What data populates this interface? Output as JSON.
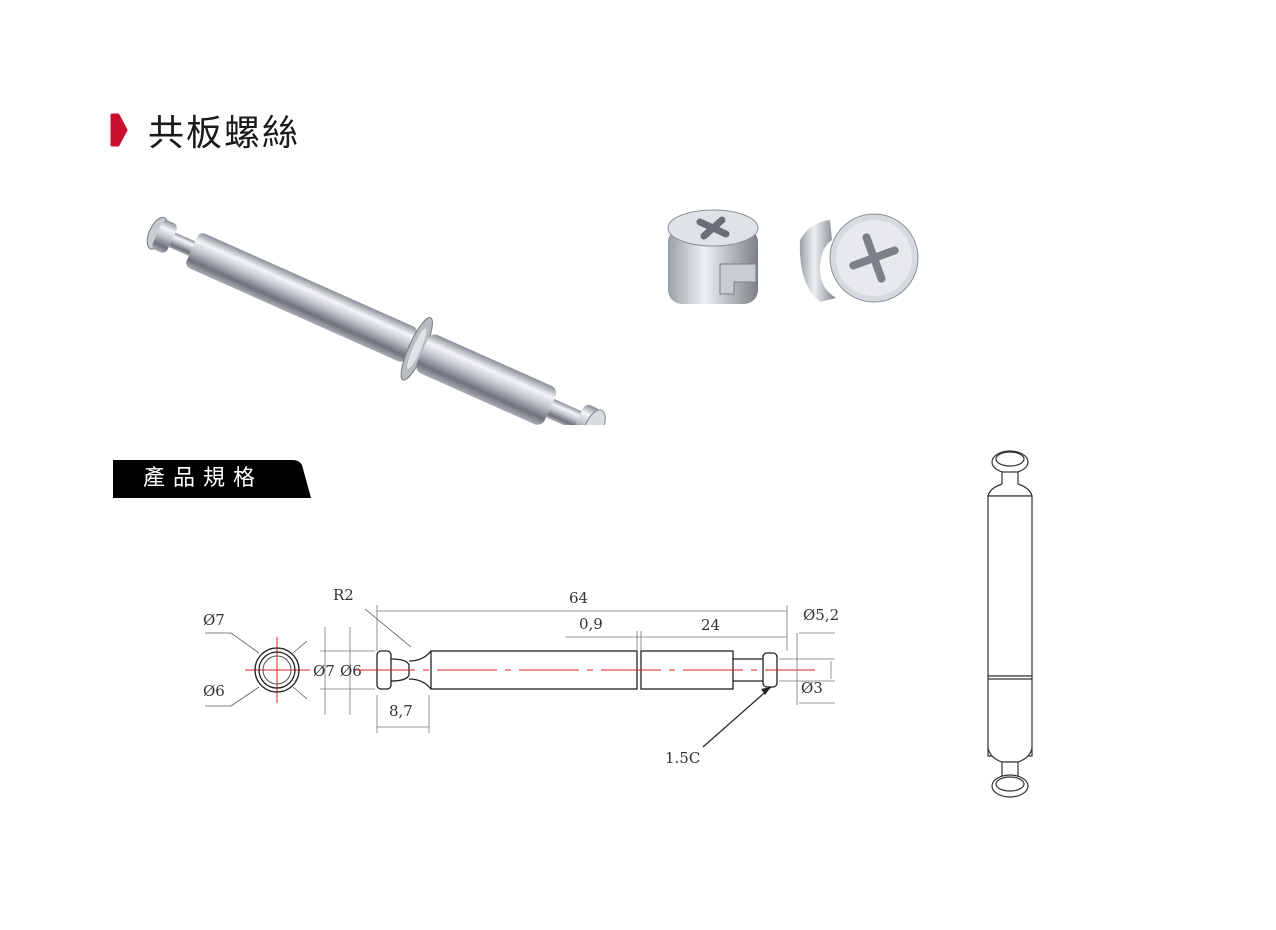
{
  "page": {
    "title": "共板螺絲",
    "accent_color": "#c8102e"
  },
  "spec_section": {
    "label": "產品規格",
    "badge_color": "#000000"
  },
  "drawing": {
    "overall_length": "64",
    "gap": "0,9",
    "segment_length": "24",
    "tip_diameter": "Ø5,2",
    "neck_diameter": "Ø3",
    "radius": "R2",
    "head_length": "8,7",
    "chamfer": "1.5C",
    "outer_diameter": "Ø7",
    "inner_diameter": "Ø6",
    "end_view_outer": "Ø7",
    "end_view_inner": "Ø6"
  },
  "icons": {
    "title_marker": "red-bullet-icon"
  }
}
